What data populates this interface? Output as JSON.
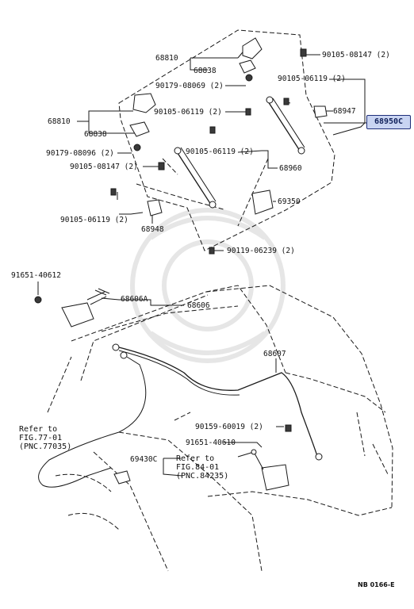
{
  "highlight_color": "#c9d4f2",
  "diagram": {
    "parts": [
      {
        "id": "p68810a",
        "number": "68810"
      },
      {
        "id": "p68838a",
        "number": "68838"
      },
      {
        "id": "p90105_08147a",
        "number": "90105-08147 (2)"
      },
      {
        "id": "p90179_08069",
        "number": "90179-08069 (2)"
      },
      {
        "id": "p90105_06119a",
        "number": "90105-06119 (2)"
      },
      {
        "id": "p90105_06119b",
        "number": "90105-06119 (2)"
      },
      {
        "id": "p68947",
        "number": "68947"
      },
      {
        "id": "p68950c",
        "number": "68950C"
      },
      {
        "id": "p68810b",
        "number": "68810"
      },
      {
        "id": "p68838b",
        "number": "68838"
      },
      {
        "id": "p90179_08096",
        "number": "90179-08096 (2)"
      },
      {
        "id": "p90105_06119c",
        "number": "90105-06119 (2)"
      },
      {
        "id": "p68960",
        "number": "68960"
      },
      {
        "id": "p90105_08147b",
        "number": "90105-08147 (2)"
      },
      {
        "id": "p90105_06119d",
        "number": "90105-06119 (2)"
      },
      {
        "id": "p69350",
        "number": "69350"
      },
      {
        "id": "p68948",
        "number": "68948"
      },
      {
        "id": "p90119_06239",
        "number": "90119-06239 (2)"
      },
      {
        "id": "p91651_40612",
        "number": "91651-40612"
      },
      {
        "id": "p68606a",
        "number": "68606A"
      },
      {
        "id": "p68606",
        "number": "68606"
      },
      {
        "id": "p68607",
        "number": "68607"
      },
      {
        "id": "p90159_60019",
        "number": "90159-60019 (2)"
      },
      {
        "id": "p91651_40610",
        "number": "91651-40610"
      },
      {
        "id": "p69430c",
        "number": "69430C"
      }
    ],
    "references": [
      {
        "id": "ref_fig77",
        "lines": [
          "Refer to",
          "FIG.77-01",
          "(PNC.77035)"
        ]
      },
      {
        "id": "ref_fig84",
        "lines": [
          "Refer to",
          "FIG.84-01",
          "(PNC.84235)"
        ]
      }
    ],
    "diagram_code": "NB 0166-E"
  }
}
